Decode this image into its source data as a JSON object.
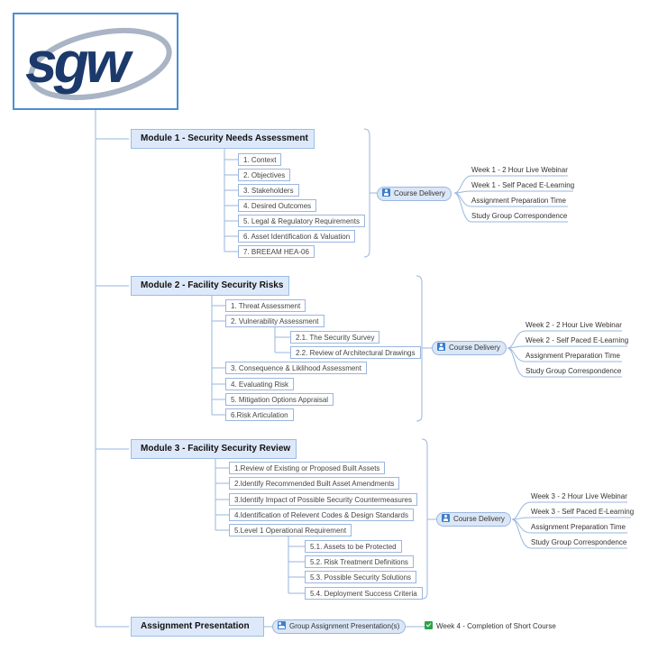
{
  "logo": {
    "text": "sgw"
  },
  "modules": [
    {
      "title": "Module 1 - Security Needs Assessment",
      "topics": [
        "1. Context",
        "2. Objectives",
        "3. Stakeholders",
        "4. Desired Outcomes",
        "5. Legal & Regulatory Requirements",
        "6. Asset Identification & Valuation",
        "7. BREEAM HEA-06"
      ],
      "delivery": {
        "label": "Course Delivery",
        "items": [
          "Week 1 - 2 Hour Live Webinar",
          "Week 1 - Self Paced E-Learning",
          "Assignment Preparation Time",
          "Study Group Correspondence"
        ]
      }
    },
    {
      "title": "Module 2 - Facility Security Risks",
      "topics": [
        "1. Threat Assessment",
        "2. Vulnerability Assessment",
        "2.1. The Security Survey",
        "2.2. Review of Architectural Drawings",
        "3. Consequence & Liklihood Assessment",
        "4. Evaluating Risk",
        "5. Mitigation Options Appraisal",
        "6.Risk Articulation"
      ],
      "delivery": {
        "label": "Course Delivery",
        "items": [
          "Week 2 - 2 Hour Live Webinar",
          "Week 2 - Self Paced E-Learning",
          "Assignment Preparation Time",
          "Study Group Correspondence"
        ]
      }
    },
    {
      "title": "Module 3 - Facility Security Review",
      "topics": [
        "1.Review of Existing or Proposed Built Assets",
        "2.Identify Recommended Built Asset Amendments",
        "3.Identify Impact of Possible Security Countermeasures",
        "4.Identification of Relevent Codes & Design Standards",
        "5.Level 1 Operational Requirement",
        "5.1. Assets to be Protected",
        "5.2. Risk Treatment Definitions",
        "5.3. Possible Security Solutions",
        "5.4. Deployment Success Criteria"
      ],
      "delivery": {
        "label": "Course Delivery",
        "items": [
          "Week 3 - 2 Hour Live Webinar",
          "Week 3 - Self Paced E-Learning",
          "Assignment Preparation Time",
          "Study Group Correspondence"
        ]
      }
    },
    {
      "title": "Assignment Presentation",
      "group_label": "Group Assignment Presentation(s)",
      "completion": "Week 4 - Completion of Short Course"
    }
  ],
  "colors": {
    "module_fill": "#dde9fa",
    "module_border": "#9bbce6",
    "connector": "#9ab6de",
    "logo_navy": "#1b3a6b",
    "check": "#2fa34a"
  }
}
